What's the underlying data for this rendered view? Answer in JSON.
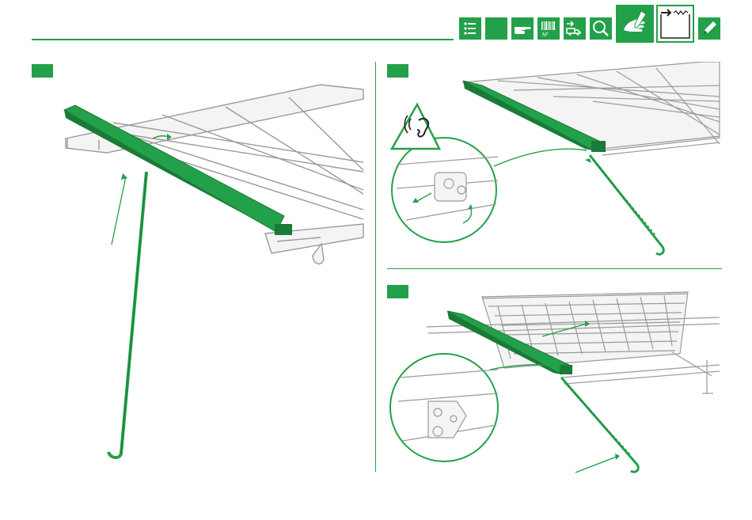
{
  "toolbar": {
    "icons": [
      {
        "name": "list-icon",
        "state": "normal"
      },
      {
        "name": "blank-icon",
        "state": "normal"
      },
      {
        "name": "pointing-hand-icon",
        "state": "normal"
      },
      {
        "name": "barcode-icon",
        "label": "Nº",
        "state": "normal"
      },
      {
        "name": "delivery-truck-icon",
        "state": "normal"
      },
      {
        "name": "magnifier-icon",
        "state": "normal"
      },
      {
        "name": "hand-tool-icon",
        "state": "active"
      },
      {
        "name": "exit-frame-icon",
        "state": "outline"
      },
      {
        "name": "pencil-icon",
        "state": "normal"
      }
    ]
  },
  "steps": [
    {
      "id": "step-1",
      "badge_text": ""
    },
    {
      "id": "step-2",
      "badge_text": ""
    },
    {
      "id": "step-3",
      "badge_text": ""
    }
  ],
  "colors": {
    "accent": "#23a04a",
    "accent_dark": "#1a7a38",
    "line_gray": "#9a9a9a",
    "fill_light": "#f4f4f4"
  }
}
